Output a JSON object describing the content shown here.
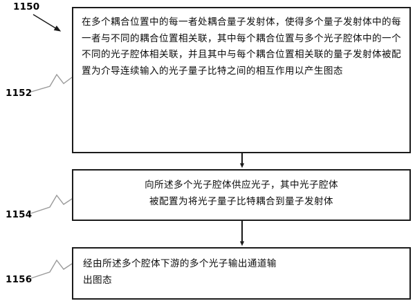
{
  "figure": {
    "type": "patent-flowchart",
    "language": "zh-CN",
    "orientation": "vertical",
    "box_count": 3,
    "line_color": "#1a1a1a",
    "leader_color": "#9a9a9a",
    "background": "#ffffff"
  },
  "labels": {
    "overall": "1150",
    "step_1": "1152",
    "step_2": "1154",
    "step_3": "1156"
  },
  "boxes": [
    {
      "ref": "1152",
      "text": "在多个耦合位置中的每一者处耦合量子发射体，使得多个量子发射体中的每一者与不同的耦合位置相关联，其中每个耦合位置与多个光子腔体中的一个不同的光子腔体相关联，并且其中与每个耦合位置相关联的量子发射体被配置为介导连续输入的光子量子比特之间的相互作用以产生图态"
    },
    {
      "ref": "1154",
      "text": "向所述多个光子腔体供应光子，其中光子腔体\n被配置为将光子量子比特耦合到量子发射体"
    },
    {
      "ref": "1156",
      "text": "经由所述多个腔体下游的多个光子输出通道输\n出图态"
    }
  ],
  "connectors": [
    {
      "name": "arrow-box1-to-box2",
      "from": "1152",
      "to": "1154"
    },
    {
      "name": "arrow-box2-to-box3",
      "from": "1154",
      "to": "1156"
    }
  ]
}
